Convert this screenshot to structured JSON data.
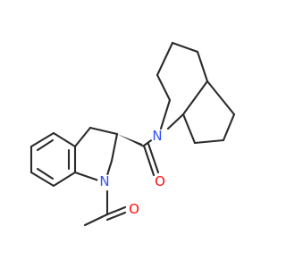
{
  "atoms": {
    "indoline_nitrogen": {
      "symbol": "N",
      "color": "#3050f8"
    },
    "bicyclic_nitrogen": {
      "symbol": "N",
      "color": "#3050f8"
    },
    "amide_oxygen": {
      "symbol": "O",
      "color": "#ff0d0d"
    },
    "acetyl_oxygen": {
      "symbol": "O",
      "color": "#ff0d0d"
    }
  },
  "bond_color": "#2b2b2b",
  "background": "#ffffff"
}
